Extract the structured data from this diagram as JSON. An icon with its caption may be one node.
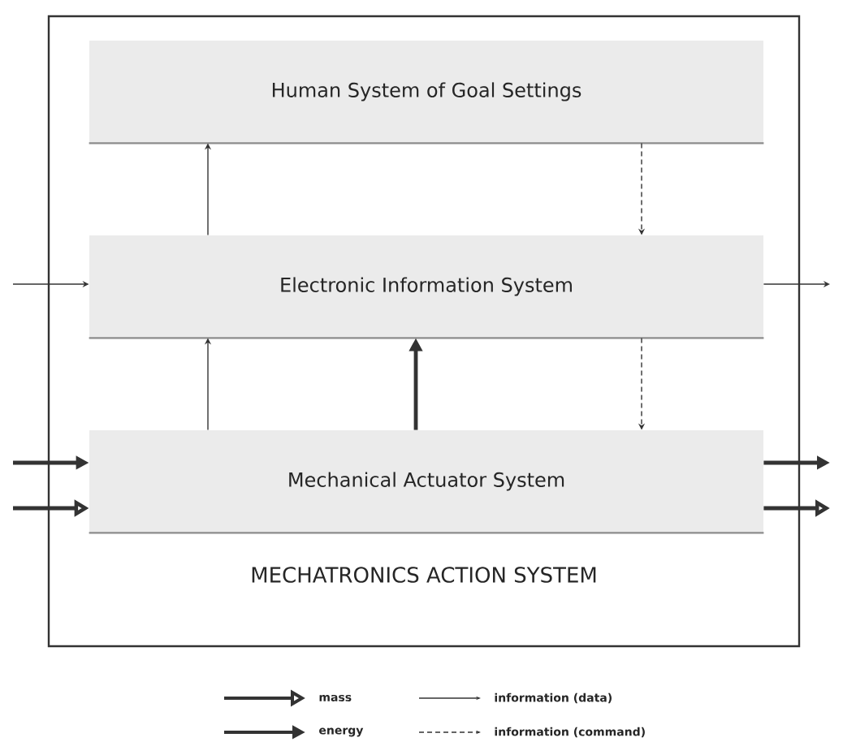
{
  "diagram": {
    "nodes": [
      {
        "text": [
          "MECHATRONICS ACTION SYSTEM"
        ]
      },
      {
        "text": [
          "Human System of Goal Settings"
        ],
        "in": 0
      },
      {
        "text": [
          "Electronic Information System"
        ],
        "in": 0
      },
      {
        "text": [
          "Mechanical Actuator System"
        ],
        "in": 0
      }
    ],
    "edges": [
      {
        "from": 2,
        "to": 1,
        "arrow": "to"
      },
      {
        "from": 1,
        "to": 2,
        "arrow": "to",
        "style": "dashed"
      },
      {
        "from": 3,
        "to": 2,
        "arrow": "to"
      },
      {
        "from": 3,
        "to": 2,
        "arrow": "to",
        "style": "thick"
      },
      {
        "from": 2,
        "to": 3,
        "arrow": "to",
        "style": "dashed"
      },
      {
        "from": null,
        "to": 2,
        "arrow": "to"
      },
      {
        "from": 2,
        "to": null,
        "arrow": "to"
      },
      {
        "from": null,
        "to": 3,
        "arrow": "to",
        "style": "thick"
      },
      {
        "from": null,
        "to": 3,
        "arrow": "to",
        "style": "thick"
      },
      {
        "from": 3,
        "to": null,
        "arrow": "to",
        "style": "thick"
      },
      {
        "from": 3,
        "to": null,
        "arrow": "to",
        "style": "thick"
      }
    ],
    "legend": [
      {
        "text": "mass"
      },
      {
        "text": "information (data)"
      },
      {
        "text": "energy"
      },
      {
        "text": "information (command)"
      }
    ]
  }
}
